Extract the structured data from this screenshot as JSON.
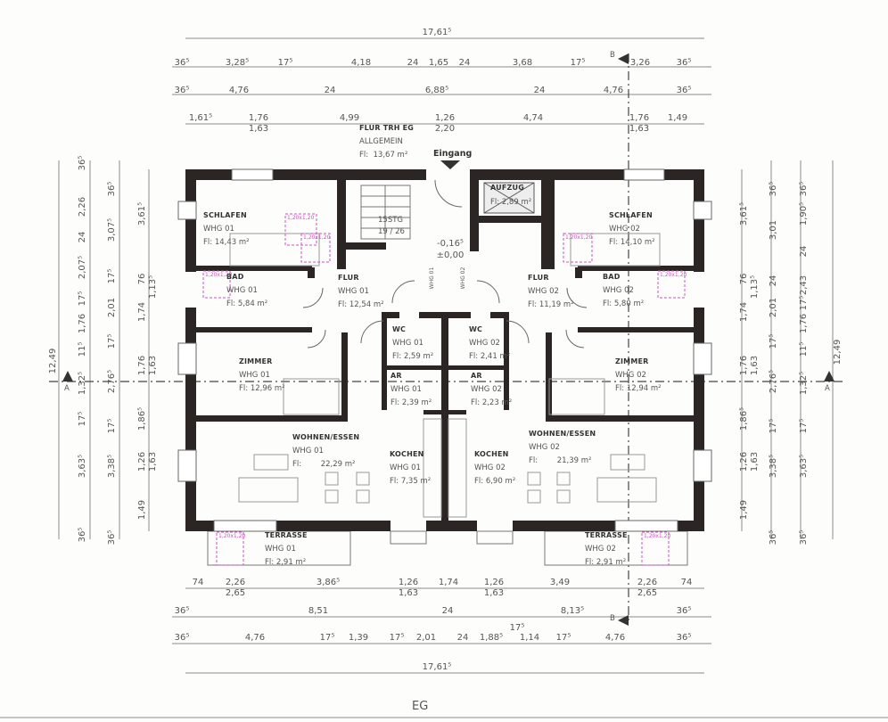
{
  "title": "EG",
  "entrance": "Eingang",
  "stair": {
    "steps": "15STG",
    "ratio": "19 / 26"
  },
  "levels": {
    "floor": "-0,16⁵",
    "zero": "±0,00"
  },
  "sections": {
    "a": "A",
    "b": "B"
  },
  "door_labels": [
    "WHG 01",
    "WHG 02"
  ],
  "fixture_label": "1,20x1,20",
  "rooms": [
    {
      "name": "FLUR TRH EG",
      "unit": "ALLGEMEIN",
      "area": "Fl:  13,67 m²"
    },
    {
      "name": "SCHLAFEN",
      "unit": "WHG 01",
      "area": "Fl: 14,43 m²"
    },
    {
      "name": "AUFZUG",
      "area": "Fl: 2,89 m²"
    },
    {
      "name": "SCHLAFEN",
      "unit": "WHG 02",
      "area": "Fl: 14,10 m²"
    },
    {
      "name": "BAD",
      "unit": "WHG 01",
      "area": "Fl: 5,84 m²"
    },
    {
      "name": "FLUR",
      "unit": "WHG 01",
      "area": "Fl: 12,54 m²"
    },
    {
      "name": "FLUR",
      "unit": "WHG 02",
      "area": "Fl: 11,19 m²"
    },
    {
      "name": "BAD",
      "unit": "WHG 02",
      "area": "Fl: 5,80 m²"
    },
    {
      "name": "WC",
      "unit": "WHG 01",
      "area": "Fl: 2,59 m²"
    },
    {
      "name": "WC",
      "unit": "WHG 02",
      "area": "Fl: 2,41 m²"
    },
    {
      "name": "AR",
      "unit": "WHG 01",
      "area": "Fl: 2,39 m²"
    },
    {
      "name": "AR",
      "unit": "WHG 02",
      "area": "Fl: 2,23 m²"
    },
    {
      "name": "ZIMMER",
      "unit": "WHG 01",
      "area": "Fl: 12,96 m²"
    },
    {
      "name": "ZIMMER",
      "unit": "WHG 02",
      "area": "Fl: 12,94 m²"
    },
    {
      "name": "WOHNEN/ESSEN",
      "unit": "WHG 01",
      "area": "Fl:        22,29 m²"
    },
    {
      "name": "KOCHEN",
      "unit": "WHG 01",
      "area": "Fl: 7,35 m²"
    },
    {
      "name": "KOCHEN",
      "unit": "WHG 02",
      "area": "Fl: 6,90 m²"
    },
    {
      "name": "WOHNEN/ESSEN",
      "unit": "WHG 02",
      "area": "Fl:        21,39 m²"
    },
    {
      "name": "TERRASSE",
      "unit": "WHG 01",
      "area": "Fl: 2,91 m²"
    },
    {
      "name": "TERRASSE",
      "unit": "WHG 02",
      "area": "Fl: 2,91 m²"
    }
  ],
  "dims": {
    "top": [
      [
        "17,61⁵"
      ],
      [
        "36⁵",
        "3,28⁵",
        "17⁵",
        "4,18",
        "24",
        "1,65",
        "24",
        "3,68",
        "17⁵",
        "3,26",
        "36⁵"
      ],
      [
        "36⁵",
        "4,76",
        "24",
        "6,88⁵",
        "24",
        "4,76",
        "36⁵"
      ],
      [
        "1,61⁵",
        "1,76",
        "1,63",
        "4,99",
        "1,26",
        "2,20",
        "4,74",
        "1,76",
        "1,63",
        "1,49"
      ]
    ],
    "bottom": [
      [
        "74",
        "2,26",
        "2,65",
        "3,86⁵",
        "1,26",
        "1,63",
        "1,74",
        "1,26",
        "1,63",
        "3,49",
        "2,26",
        "2,65",
        "74"
      ],
      [
        "36⁵",
        "8,51",
        "24",
        "8,13⁵",
        "36⁵"
      ],
      [
        "36⁵",
        "4,76",
        "17⁵",
        "1,39",
        "17⁵",
        "2,01",
        "24",
        "1,88⁵",
        "17⁵",
        "1,14",
        "17⁵",
        "4,76",
        "36⁵"
      ],
      [
        "17,61⁵"
      ]
    ],
    "left": [
      [
        "12,49"
      ],
      [
        "36⁵",
        "2,26",
        "24",
        "2,07⁵",
        "17⁵",
        "1,76",
        "11⁵",
        "1,32⁵",
        "17⁵",
        "3,63⁵",
        "36⁵"
      ],
      [
        "36⁵",
        "3,07⁵",
        "17⁵",
        "2,01",
        "17⁵",
        "2,76⁵",
        "17⁵",
        "3,38⁵",
        "36⁵"
      ],
      [
        "3,61⁵",
        "76",
        "1,13⁵",
        "1,74",
        "1,76",
        "1,63",
        "1,86⁵",
        "1,26",
        "1,63",
        "1,49"
      ]
    ],
    "right": [
      [
        "3,61⁵",
        "76",
        "1,13⁵",
        "1,74",
        "1,76",
        "1,63",
        "1,86⁵",
        "1,26",
        "1,63",
        "1,49"
      ],
      [
        "36⁵",
        "3,01",
        "24",
        "2,01",
        "17⁵",
        "2,76⁵",
        "17⁵",
        "3,38⁵",
        "36⁵"
      ],
      [
        "36⁵",
        "1,90⁵",
        "24",
        "2,43",
        "17⁵",
        "1,76",
        "11⁵",
        "1,32⁵",
        "17⁵",
        "3,63⁵",
        "36⁵"
      ],
      [
        "12,49"
      ]
    ]
  },
  "colors": {
    "wall": "#2b2623",
    "line": "#8a8a8a",
    "fixture": "#d050c0"
  }
}
